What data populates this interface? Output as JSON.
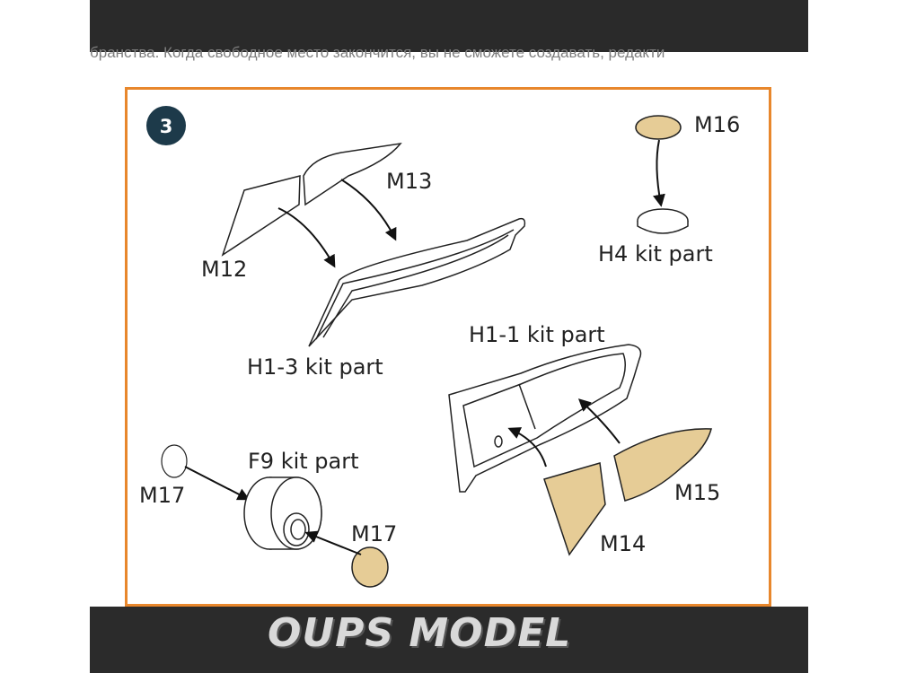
{
  "top_text": "бранства. Когда свободное место закончится, вы не сможете создавать, редакти",
  "step_number": "3",
  "parts": {
    "m12": "M12",
    "m13": "M13",
    "m14": "M14",
    "m15": "M15",
    "m16": "M16",
    "m17_left": "M17",
    "m17_right": "M17",
    "h1_3": "H1-3 kit part",
    "h1_1": "H1-1 kit part",
    "h4": "H4 kit part",
    "f9": "F9 kit part"
  },
  "brand": "OUPS MODEL",
  "colors": {
    "frame": "#e8872c",
    "mask_fill": "#e6cc96",
    "bar": "#2a2a2a"
  }
}
